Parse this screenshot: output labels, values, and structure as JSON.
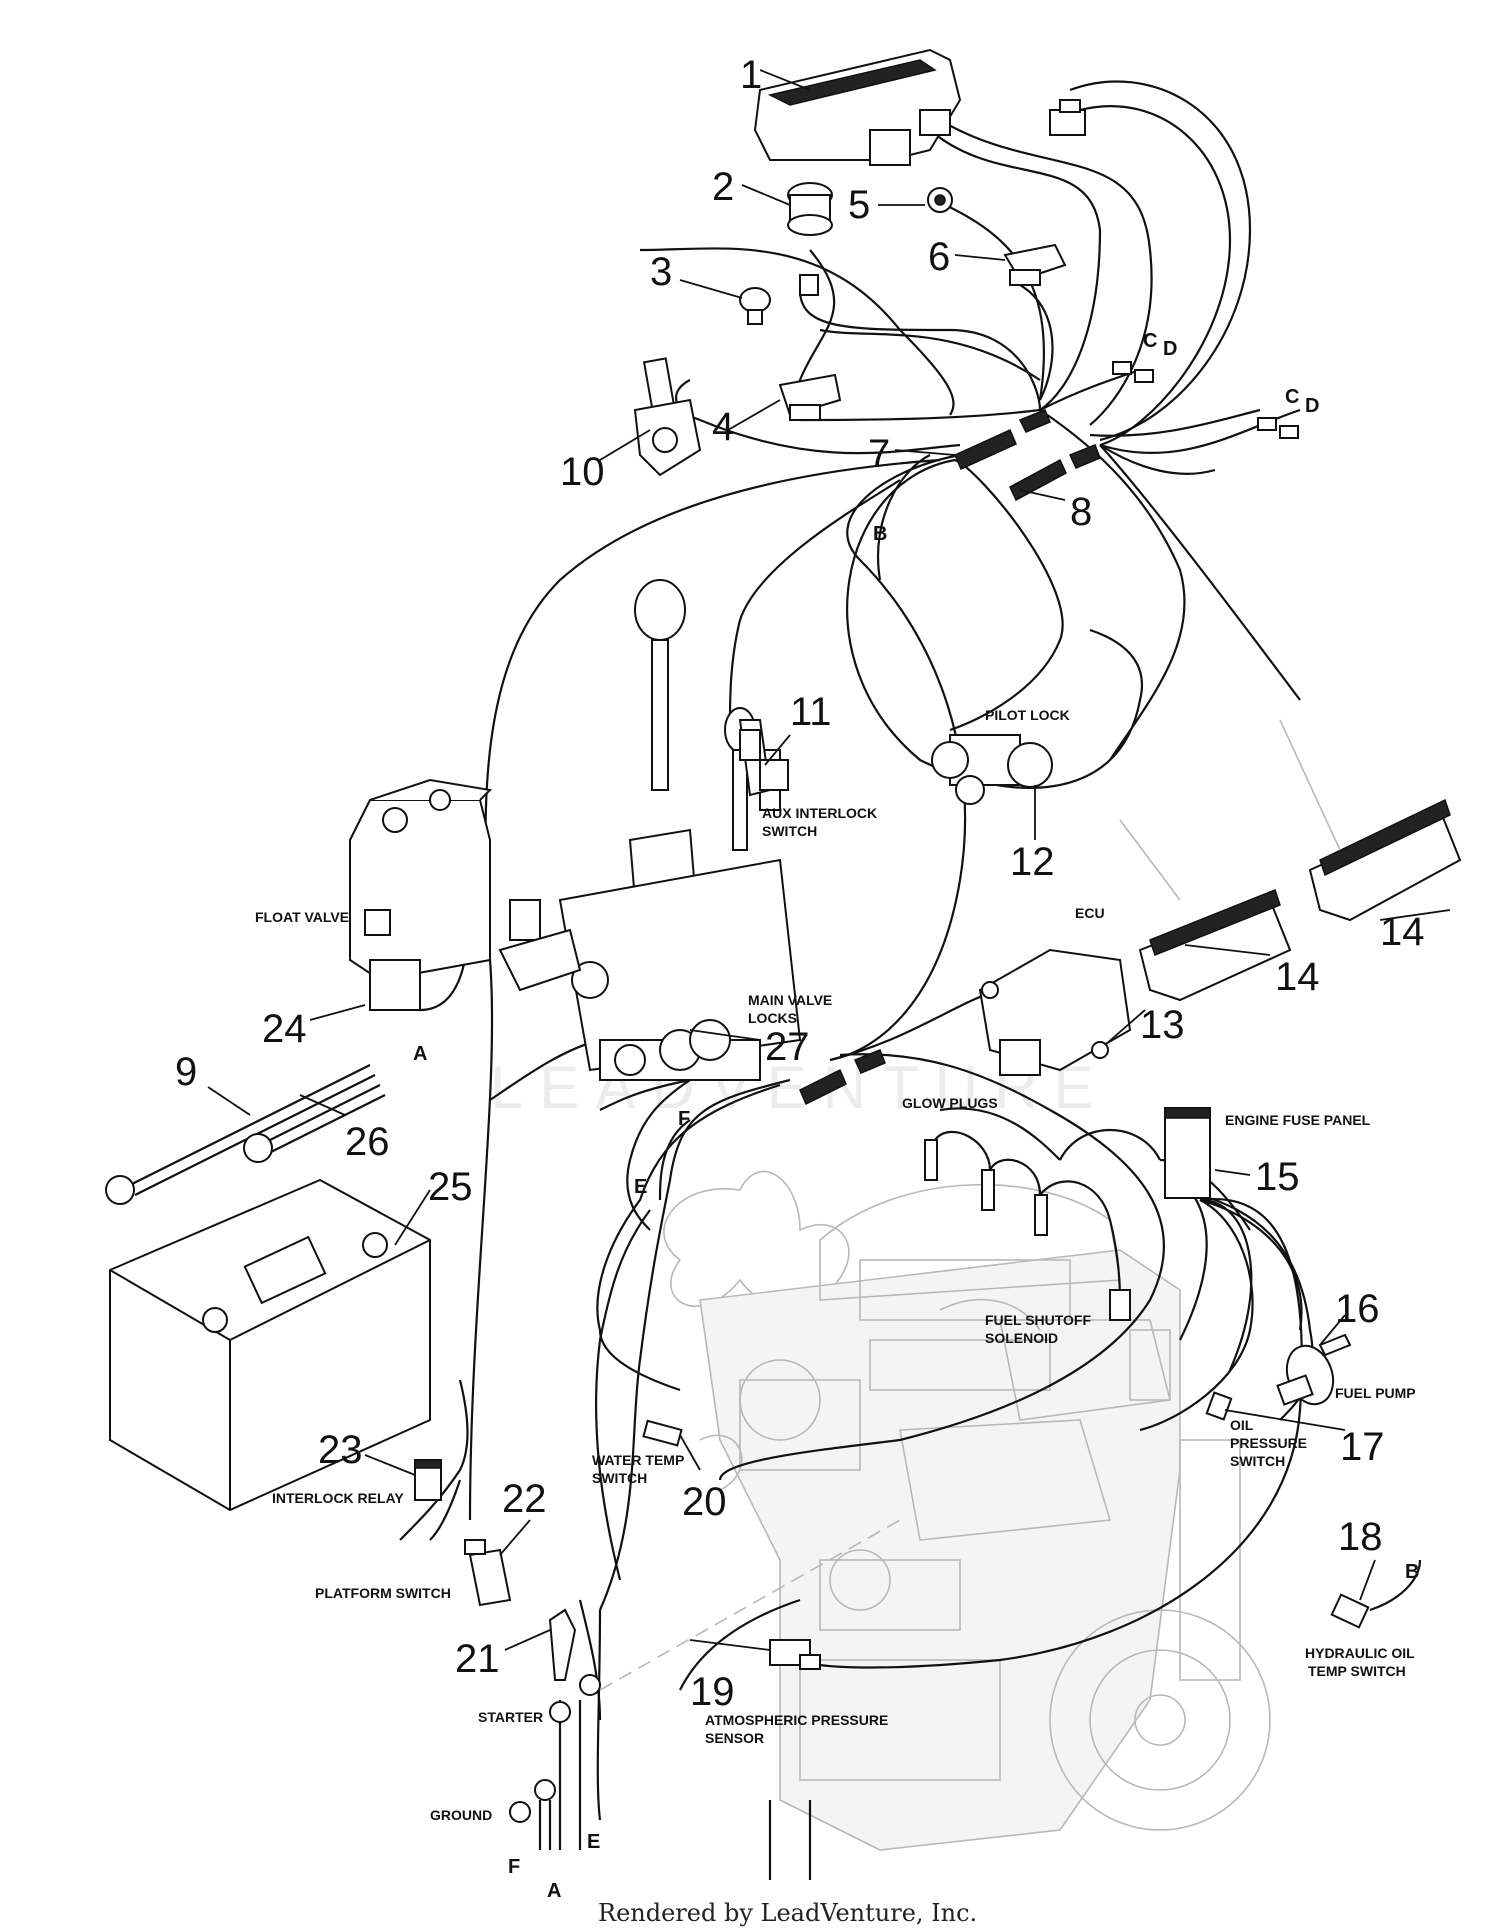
{
  "callouts": {
    "c1": "1",
    "c2": "2",
    "c3": "3",
    "c4": "4",
    "c5": "5",
    "c6": "6",
    "c7": "7",
    "c8": "8",
    "c9": "9",
    "c10": "10",
    "c11": "11",
    "c12": "12",
    "c13": "13",
    "c14a": "14",
    "c14b": "14",
    "c15": "15",
    "c16": "16",
    "c17": "17",
    "c18": "18",
    "c19": "19",
    "c20": "20",
    "c21": "21",
    "c22": "22",
    "c23": "23",
    "c24": "24",
    "c25": "25",
    "c26": "26",
    "c27": "27"
  },
  "labels": {
    "pilot_lock": "PILOT LOCK",
    "aux_interlock_1": "AUX INTERLOCK",
    "aux_interlock_2": "SWITCH",
    "ecu": "ECU",
    "float_valve": "FLOAT VALVE",
    "main_valve_1": "MAIN VALVE",
    "main_valve_2": "LOCKS",
    "glow_plugs": "GLOW PLUGS",
    "engine_fuse_panel": "ENGINE FUSE PANEL",
    "fuel_shutoff_1": "FUEL SHUTOFF",
    "fuel_shutoff_2": "SOLENOID",
    "fuel_pump": "FUEL PUMP",
    "oil_pressure_1": "OIL",
    "oil_pressure_2": "PRESSURE",
    "oil_pressure_3": "SWITCH",
    "water_temp_1": "WATER TEMP",
    "water_temp_2": "SWITCH",
    "interlock_relay": "INTERLOCK RELAY",
    "platform_switch": "PLATFORM SWITCH",
    "hydraulic_oil_1": "HYDRAULIC OIL",
    "hydraulic_oil_2": "TEMP SWITCH",
    "atmospheric_1": "ATMOSPHERIC PRESSURE",
    "atmospheric_2": "SENSOR",
    "starter": "STARTER",
    "ground": "GROUND"
  },
  "letters": {
    "a_top": "A",
    "a_bottom": "A",
    "b_left": "B",
    "b_right": "B",
    "c1": "C",
    "d1": "D",
    "c2": "C",
    "d2": "D",
    "e_left": "E",
    "e_bottom": "E",
    "f_left": "F",
    "f_bottom": "F"
  },
  "watermark": "LEADVENTURE",
  "footer": "Rendered by LeadVenture, Inc."
}
